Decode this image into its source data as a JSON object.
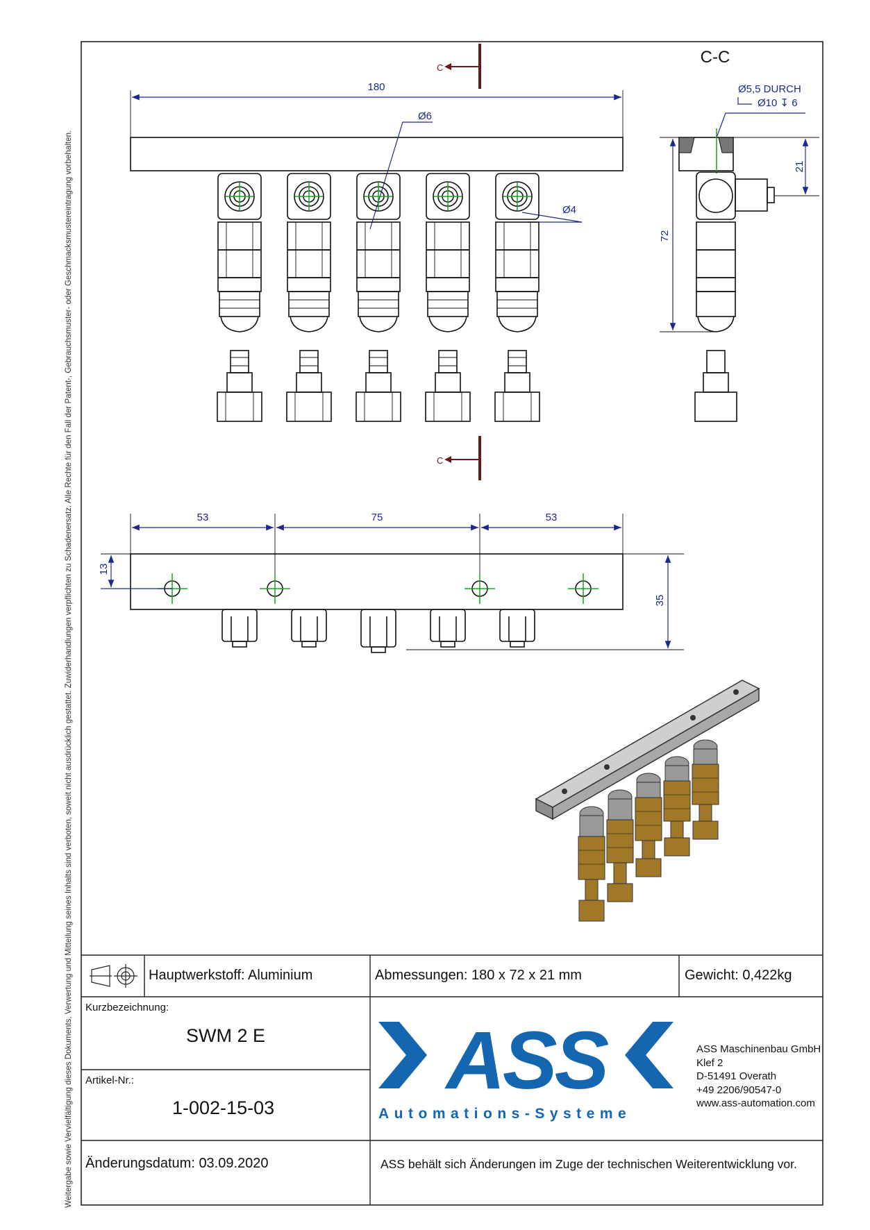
{
  "side_note": "Weitergabe sowie Vervielfältigung dieses Dokuments, Verwertung und Mitteilung seines Inhalts sind verboten, soweit nicht ausdrücklich gestattet. Zuwiderhandlungen verpflichten zu Schadenersatz. Alle Rechte für den Fall der Patent-, Gebrauchsmuster- oder Geschmacksmustereintragung vorbehalten.",
  "section_marker": "C",
  "section_title": "C-C",
  "dimensions": {
    "length": "180",
    "bore": "Ø6",
    "port": "Ø4",
    "hole_line1": "Ø5,5 DURCH",
    "hole_line2": "Ø10 ↧ 6",
    "height_21": "21",
    "height_72": "72",
    "pitch_left": "53",
    "pitch_mid": "75",
    "pitch_right": "53",
    "edge_13": "13",
    "depth_35": "35"
  },
  "title_block": {
    "material": "Hauptwerkstoff: Aluminium",
    "size": "Abmessungen: 180 x 72 x 21 mm",
    "weight": "Gewicht: 0,422kg",
    "short_label": "Kurzbezeichnung:",
    "short_value": "SWM 2 E",
    "article_label": "Artikel-Nr.:",
    "article_value": "1-002-15-03",
    "company": {
      "logo_text": "ASS",
      "tagline": "Automations-Systeme",
      "name": "ASS Maschinenbau GmbH",
      "street": "Klef 2",
      "city": "D-51491 Overath",
      "phone": "+49 2206/90547-0",
      "web": "www.ass-automation.com"
    },
    "change_date": "Änderungsdatum: 03.09.2020",
    "disclaimer": "ASS behält sich Änderungen im Zuge der technischen Weiterentwicklung vor."
  },
  "colors": {
    "dimension": "#1a2a8a",
    "centerline": "#19a319",
    "section_arrow": "#6b1a1a",
    "logo_blue": "#1466b0",
    "brass": "#a07828",
    "steel": "#9a9a9a"
  }
}
